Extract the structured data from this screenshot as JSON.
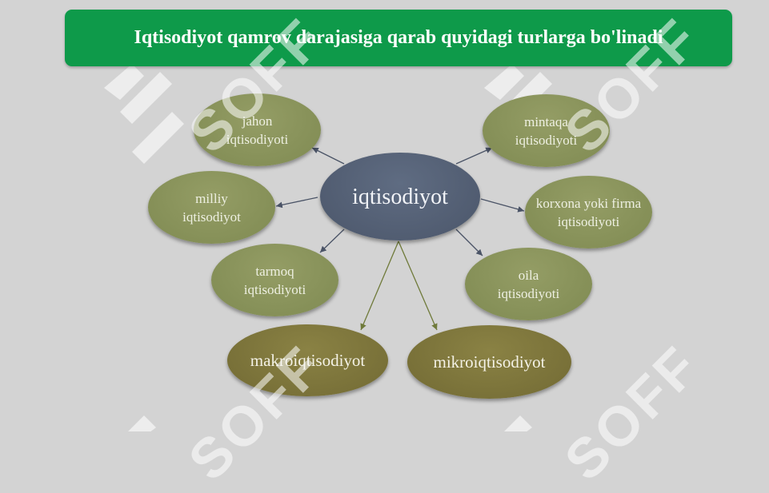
{
  "header": {
    "title": "Iqtisodiyot qamrov darajasiga qarab quyidagi turlarga bo'linadi"
  },
  "watermark": {
    "text": "SOFF"
  },
  "diagram": {
    "center": "iqtisodiyot",
    "nodes": {
      "jahon": "jahon\niqtisodiyoti",
      "mintaqa": "mintaqa\niqtisodiyoti",
      "milliy": "milliy\niqtisodiyot",
      "korxona": "korxona yoki firma\niqtisodiyoti",
      "tarmoq": "tarmoq\niqtisodiyoti",
      "oila": "oila\niqtisodiyoti",
      "makro": "makroiqtisodiyot",
      "mikro": "mikroiqtisodiyot"
    }
  },
  "colors": {
    "header_bg": "#0e9a4a",
    "background": "#d3d3d3",
    "center_fill": "#56627a",
    "child_fill": "#89935b",
    "big_fill": "#7e7640"
  }
}
